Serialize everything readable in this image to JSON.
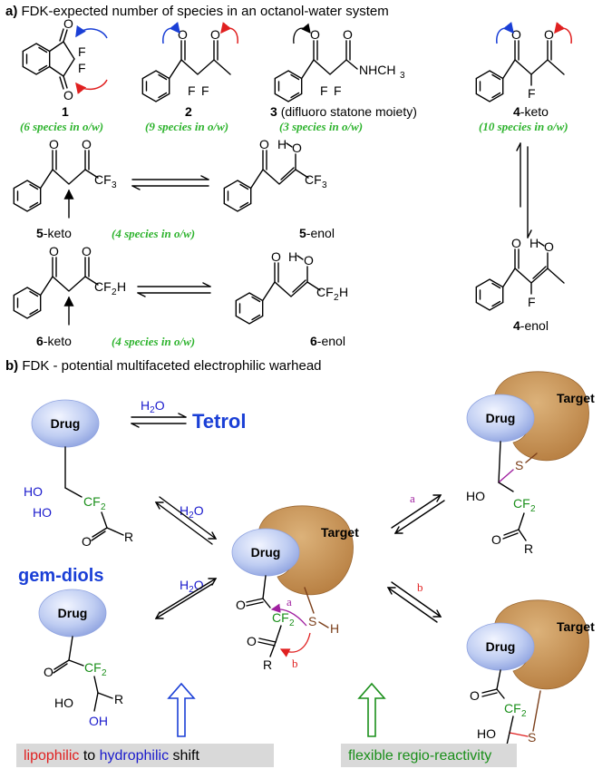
{
  "section_a": {
    "letter": "a)",
    "title": "FDK-expected number of species in an octanol-water system",
    "compounds": [
      {
        "id": "1",
        "label": "1",
        "species": "(6 species in o/w)"
      },
      {
        "id": "2",
        "label": "2",
        "species": "(9 species in o/w)"
      },
      {
        "id": "3",
        "label": "3",
        "label_note": "(difluoro statone moiety)",
        "species": "(3 species in o/w)"
      },
      {
        "id": "4-keto",
        "label": "4",
        "suffix": "-keto",
        "species": "(10 species in o/w)"
      },
      {
        "id": "5-keto",
        "label": "5",
        "suffix": "-keto"
      },
      {
        "id": "5-enol",
        "label": "5",
        "suffix": "-enol"
      },
      {
        "id": "6-keto",
        "label": "6",
        "suffix": "-keto"
      },
      {
        "id": "6-enol",
        "label": "6",
        "suffix": "-enol"
      },
      {
        "id": "4-enol",
        "label": "4",
        "suffix": "-enol"
      }
    ],
    "species_5": "(4 species in o/w)",
    "species_6": "(4 species in o/w)"
  },
  "section_b": {
    "letter": "b)",
    "title": "FDK - potential multifaceted electrophilic warhead",
    "drug": "Drug",
    "target": "Target",
    "tetrol": "Tetrol",
    "gem_diols": "gem-diols",
    "path_a": "a",
    "path_b": "b",
    "bottom_left": {
      "lipophilic": "lipophilic",
      "to": " to ",
      "hydrophilic": "hydrophilic",
      "shift": " shift"
    },
    "bottom_right": "flexible regio-reactivity"
  },
  "colors": {
    "blue_arrow": "#1a3fd6",
    "red_arrow": "#e02020",
    "green_text": "#2db32d",
    "cf2_green": "#1a8f1a",
    "hydroxyl_blue": "#1a1acc",
    "target_brown": "#c8904c",
    "drug_blue": "#b8c6f0",
    "magenta": "#a020a0",
    "sulfur": "#7b3f1a",
    "label_bg": "#d9d9d9"
  }
}
